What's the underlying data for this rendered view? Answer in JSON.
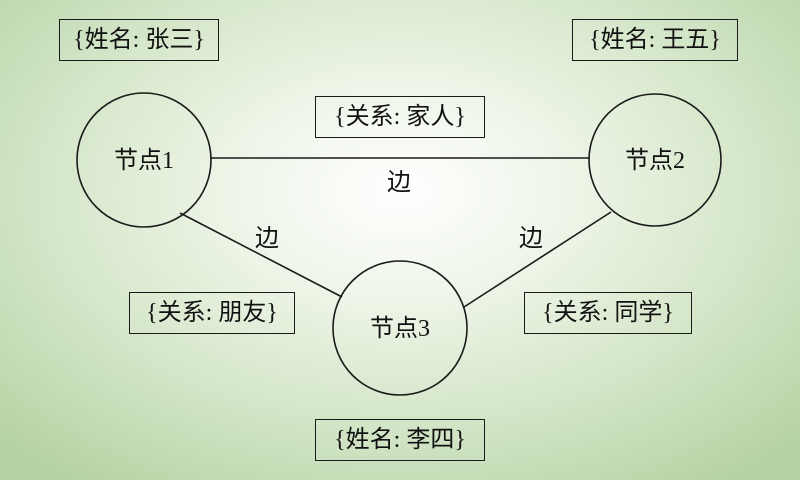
{
  "nodes": [
    {
      "id": "n1",
      "label": "节点1"
    },
    {
      "id": "n2",
      "label": "节点2"
    },
    {
      "id": "n3",
      "label": "节点3"
    }
  ],
  "edges": [
    {
      "id": "e12",
      "from": "n1",
      "to": "n2",
      "label": "边"
    },
    {
      "id": "e13",
      "from": "n1",
      "to": "n3",
      "label": "边"
    },
    {
      "id": "e23",
      "from": "n2",
      "to": "n3",
      "label": "边"
    }
  ],
  "attributes": {
    "node1": "{姓名: 张三}",
    "node2": "{姓名: 王五}",
    "node3": "{姓名: 李四}",
    "edge12": "{关系: 家人}",
    "edge13": "{关系: 朋友}",
    "edge23": "{关系: 同学}"
  }
}
